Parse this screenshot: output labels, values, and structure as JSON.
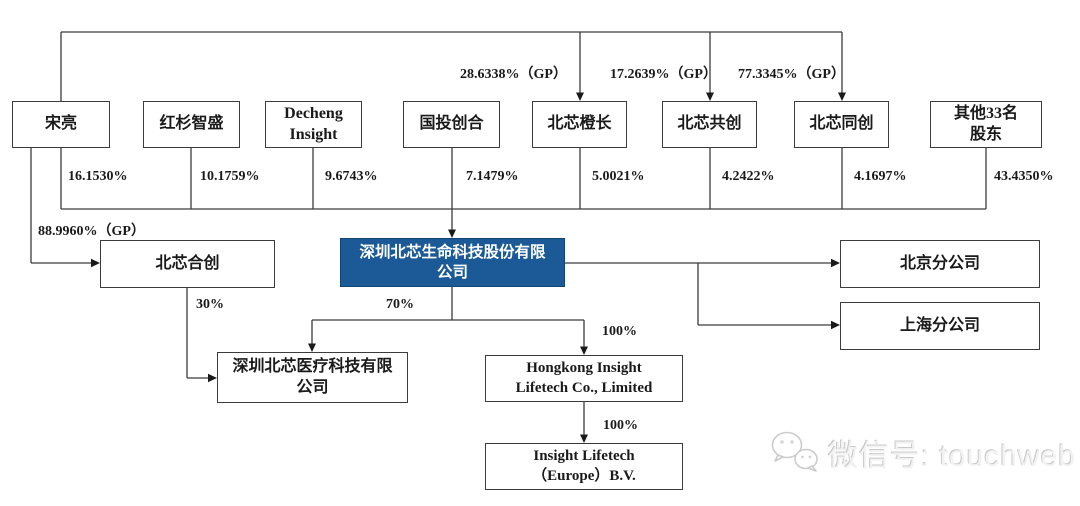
{
  "diagram": {
    "colors": {
      "parent_box_bg": "#1b5a96",
      "parent_box_text": "#ffffff",
      "line_color": "#3c3c3c"
    },
    "top_gp_links": [
      {
        "label": "28.6338%（GP）",
        "target": "北芯橙长"
      },
      {
        "label": "17.2639%（GP）",
        "target": "北芯共创"
      },
      {
        "label": "77.3345%（GP）",
        "target": "北芯同创"
      }
    ],
    "shareholders": [
      {
        "name": "宋亮",
        "pct": "16.1530%"
      },
      {
        "name": "红杉智盛",
        "pct": "10.1759%"
      },
      {
        "name": "Decheng\nInsight",
        "pct": "9.6743%"
      },
      {
        "name": "国投创合",
        "pct": "7.1479%"
      },
      {
        "name": "北芯橙长",
        "pct": "5.0021%"
      },
      {
        "name": "北芯共创",
        "pct": "4.2422%"
      },
      {
        "name": "北芯同创",
        "pct": "4.1697%"
      },
      {
        "name": "其他33名\n股东",
        "pct": "43.4350%"
      }
    ],
    "hechuang": {
      "name": "北芯合创",
      "gp_label": "88.9960%（GP）",
      "stake_in_medical": "30%"
    },
    "parent": {
      "name": "深圳北芯生命科技股份有限\n公司",
      "stake_in_medical": "70%",
      "stake_in_hongkong": "100%"
    },
    "medical": {
      "name": "深圳北芯医疗科技有限\n公司"
    },
    "hongkong": {
      "name": "Hongkong Insight\nLifetech Co., Limited",
      "stake_in_europe": "100%"
    },
    "europe": {
      "name": "Insight Lifetech\n（Europe）B.V."
    },
    "branches": [
      {
        "name": "北京分公司"
      },
      {
        "name": "上海分公司"
      }
    ]
  },
  "watermark": {
    "icon": "wechat-icon",
    "text": "微信号: touchweb"
  }
}
